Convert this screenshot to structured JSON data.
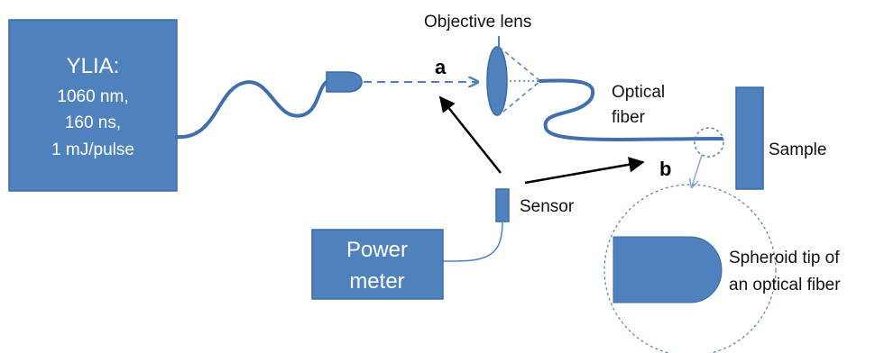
{
  "laser": {
    "name": "YLIA:",
    "wavelength": "1060 nm,",
    "pulse_width": "160 ns,",
    "energy": "1 mJ/pulse"
  },
  "labels": {
    "objective_lens": "Objective lens",
    "optical_fiber_line1": "Optical",
    "optical_fiber_line2": "fiber",
    "sample": "Sample",
    "sensor": "Sensor",
    "position_a": "a",
    "position_b": "b",
    "tip_line1": "Spheroid tip of",
    "tip_line2": "an optical fiber"
  },
  "power_meter": {
    "line1": "Power",
    "line2": "meter"
  },
  "colors": {
    "component_fill": "#4f81bd",
    "component_stroke": "#3a6aa5",
    "fiber": "#3f6fad",
    "arrow": "#000000"
  }
}
